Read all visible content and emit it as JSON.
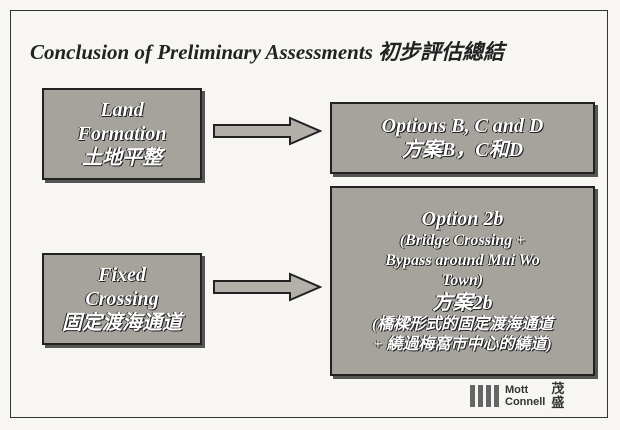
{
  "title": "Conclusion of Preliminary Assessments 初步評估總結",
  "land": {
    "line1": "Land",
    "line2": "Formation",
    "line3": "土地平整"
  },
  "options_bcd": {
    "line1": "Options B, C and D",
    "line2": "方案B，C和D"
  },
  "fixed": {
    "line1": "Fixed",
    "line2": "Crossing",
    "line3": "固定渡海通道"
  },
  "option2b": {
    "title": "Option 2b",
    "desc1": "(Bridge Crossing +",
    "desc2": "Bypass around Mui Wo",
    "desc3": "Town)",
    "cn_title": "方案2b",
    "cn1": "(橋樑形式的固定渡海通道",
    "cn2": "+ 繞過梅窩市中心的繞道)"
  },
  "logo": {
    "mott": "Mott",
    "connell": "Connell",
    "cn1": "茂",
    "cn2": "盛"
  }
}
